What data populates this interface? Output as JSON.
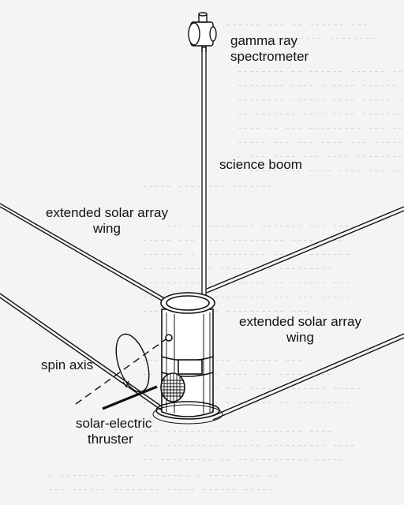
{
  "labels": {
    "gamma_ray_spectrometer": [
      "gamma ray",
      "spectrometer"
    ],
    "science_boom": "science boom",
    "solar_array_left": [
      "extended solar array",
      "wing"
    ],
    "solar_array_right": [
      "extended solar array",
      "wing"
    ],
    "spin_axis": "spin axis",
    "solar_electric_thruster": [
      "solar-electric",
      "thruster"
    ]
  }
}
